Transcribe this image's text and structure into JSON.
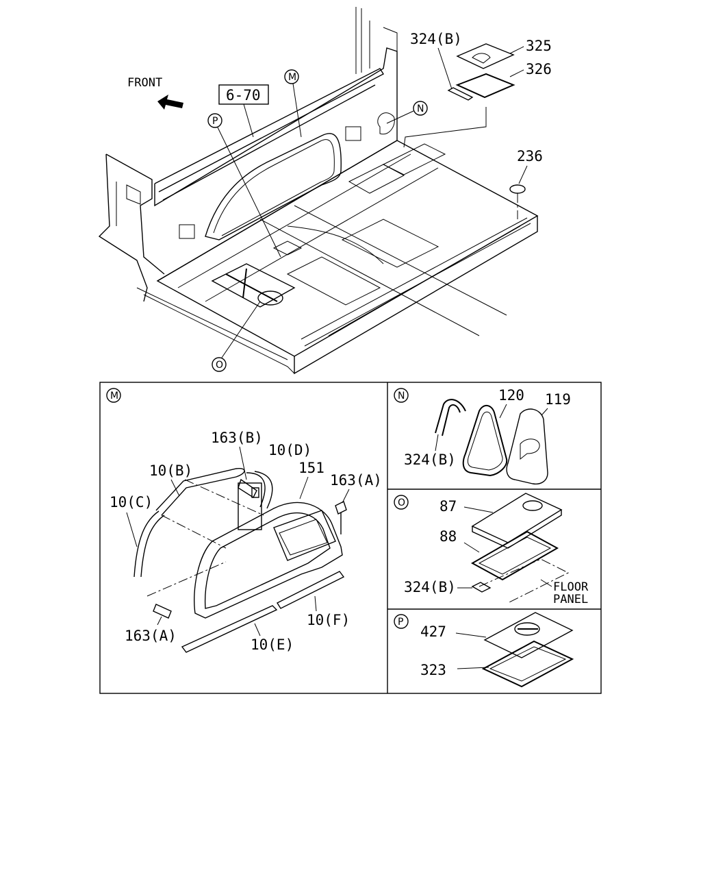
{
  "main_view": {
    "front_label": "FRONT",
    "ref_box": "6-70",
    "callouts": {
      "m": "M",
      "n": "N",
      "o": "O",
      "p": "P",
      "c236": "236",
      "c324b": "324(B)",
      "c325": "325",
      "c326": "326"
    }
  },
  "panel_m": {
    "tag": "M",
    "labels": {
      "l163b": "163(B)",
      "l10d": "10(D)",
      "l10b": "10(B)",
      "l151": "151",
      "l163a_top": "163(A)",
      "l10c": "10(C)",
      "l163a_bottom": "163(A)",
      "l10f": "10(F)",
      "l10e": "10(E)"
    }
  },
  "panel_n": {
    "tag": "N",
    "labels": {
      "l120": "120",
      "l119": "119",
      "l324b": "324(B)"
    }
  },
  "panel_o": {
    "tag": "O",
    "labels": {
      "l87": "87",
      "l88": "88",
      "l324b": "324(B)",
      "floor": "FLOOR",
      "panel": "PANEL"
    }
  },
  "panel_p": {
    "tag": "P",
    "labels": {
      "l427": "427",
      "l323": "323"
    }
  }
}
